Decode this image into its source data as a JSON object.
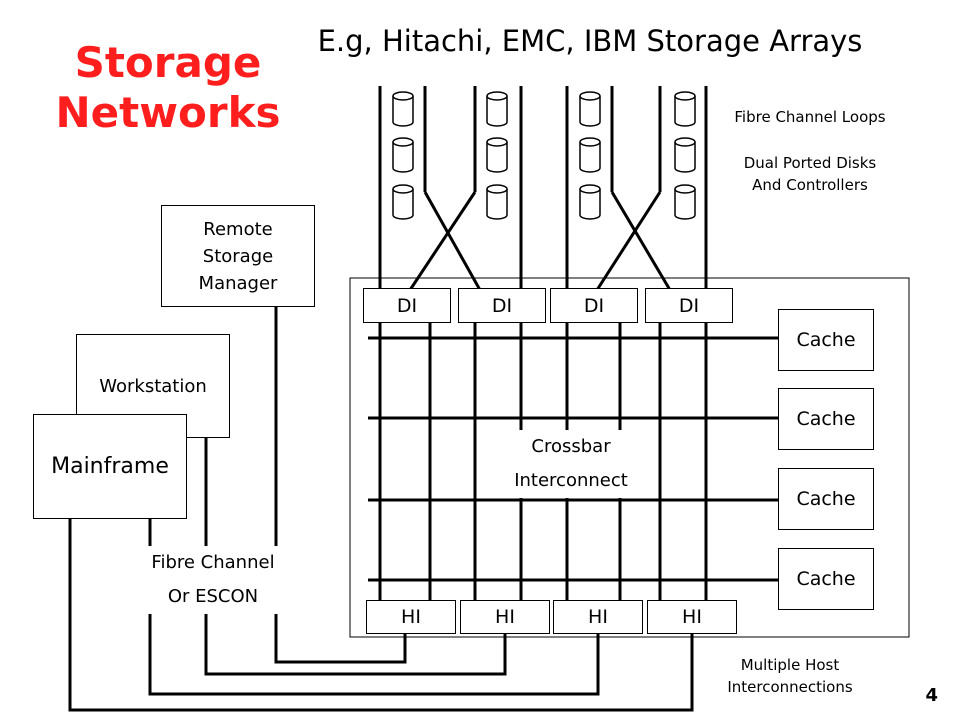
{
  "title": {
    "line1": "Storage",
    "line2": "Networks"
  },
  "subtitle": "E.g, Hitachi, EMC, IBM Storage Arrays",
  "labels": {
    "fibre_loops": "Fibre Channel Loops",
    "dual_ported_line1": "Dual Ported Disks",
    "dual_ported_line2": "And Controllers",
    "crossbar_line1": "Crossbar",
    "crossbar_line2": "Interconnect",
    "fibre_channel_line1": "Fibre Channel",
    "fibre_channel_line2": "Or ESCON",
    "multiple_host_line1": "Multiple Host",
    "multiple_host_line2": "Interconnections"
  },
  "remote_storage_manager": [
    "Remote",
    "Storage",
    "Manager"
  ],
  "workstation": "Workstation",
  "mainframe": "Mainframe",
  "disk_interfaces": [
    "DI",
    "DI",
    "DI",
    "DI"
  ],
  "host_interfaces": [
    "HI",
    "HI",
    "HI",
    "HI"
  ],
  "caches": [
    "Cache",
    "Cache",
    "Cache",
    "Cache"
  ],
  "page_number": "4"
}
